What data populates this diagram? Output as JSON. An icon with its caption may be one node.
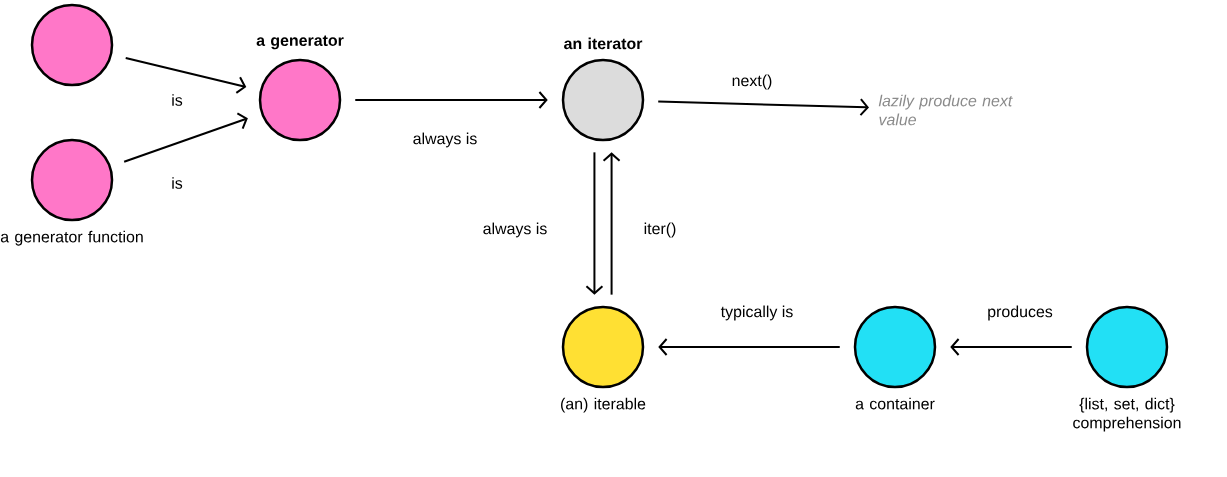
{
  "diagram": {
    "nodes": [
      {
        "text": [],
        "shape": "circle"
      },
      {
        "text": [
          "a generator"
        ]
      },
      {
        "text": [
          "a generator function"
        ]
      },
      {
        "text": [
          "an iterator"
        ]
      },
      {
        "text": [
          "lazily produce next value"
        ]
      },
      {
        "text": [
          "(an) iterable"
        ]
      },
      {
        "text": [
          "a container"
        ]
      },
      {
        "text": [
          "{list, set, dict} comprehension"
        ]
      }
    ],
    "edges": [
      {
        "from": 0,
        "to": 1,
        "arrow": "to",
        "label": "is"
      },
      {
        "from": 2,
        "to": 1,
        "arrow": "to",
        "label": "is"
      },
      {
        "from": 1,
        "to": 3,
        "arrow": "to",
        "label": "always is"
      },
      {
        "from": 3,
        "to": 4,
        "arrow": "to",
        "label": "next()"
      },
      {
        "from": 3,
        "to": 5,
        "arrow": "to",
        "label": "always is"
      },
      {
        "from": 5,
        "to": 3,
        "arrow": "to",
        "label": "iter()"
      },
      {
        "from": 6,
        "to": 5,
        "arrow": "to",
        "label": "typically is"
      },
      {
        "from": 7,
        "to": 6,
        "arrow": "to",
        "label": "produces"
      }
    ]
  }
}
